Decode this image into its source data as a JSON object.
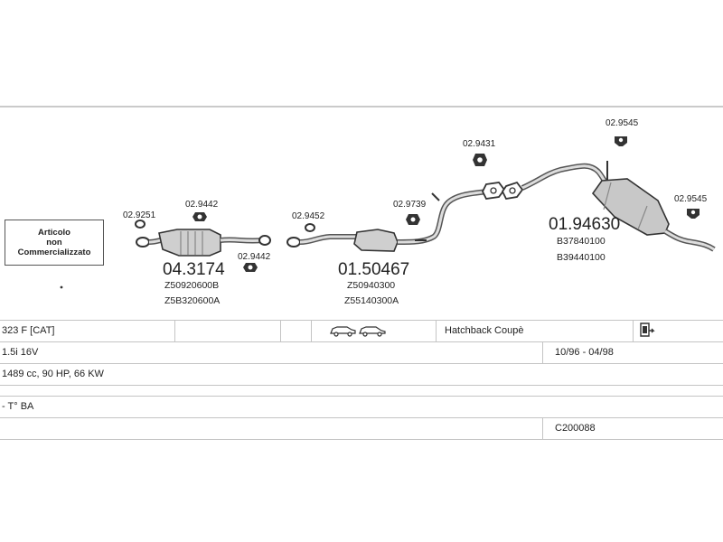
{
  "stamp": {
    "line1": "Articolo",
    "line2": "non",
    "line3": "Commercializzato"
  },
  "parts": {
    "bracket_left": "02.9251",
    "rubber_left": "02.9442",
    "rubber_left_b": "02.9442",
    "front_main": "04.3174",
    "front_oe1": "Z50920600B",
    "front_oe2": "Z5B320600A",
    "gasket_mid": "02.9452",
    "mid_main": "01.50467",
    "mid_oe1": "Z50940300",
    "mid_oe2": "Z55140300A",
    "rubber_mid": "02.9739",
    "rubber_top": "02.9431",
    "rubber_rear_top": "02.9545",
    "rubber_rear_right": "02.9545",
    "rear_main": "01.94630",
    "rear_oe1": "B37840100",
    "rear_oe2": "B39440100"
  },
  "vehicle": {
    "model": "323 F  [CAT]",
    "body_icons": "car-icons",
    "body_type": "Hatchback Coupè",
    "engine": "1.5i 16V",
    "dates": "10/96 - 04/98",
    "specs": "1489 cc, 90 HP, 66 KW",
    "transmission": "- T° BA",
    "code": "C200088"
  }
}
